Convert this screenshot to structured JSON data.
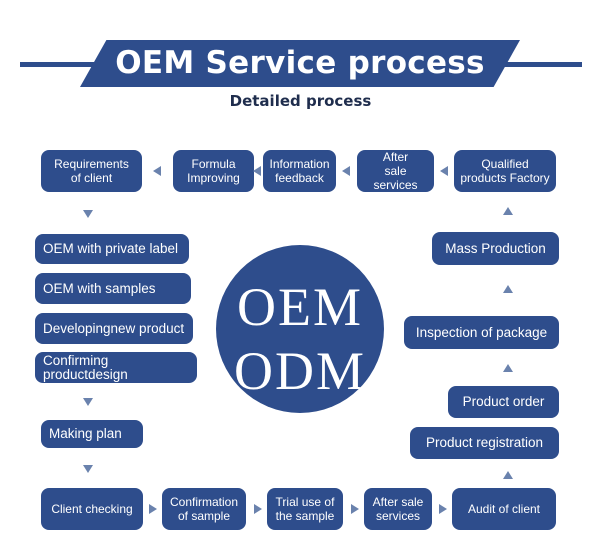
{
  "header": {
    "title": "OEM Service process",
    "subtitle": "Detailed process"
  },
  "center": {
    "line1": "OEM",
    "line2": "ODM"
  },
  "top_row": {
    "requirements": "Requirements\nof client",
    "formula": "Formula\nImproving",
    "information": "Information\nfeedback",
    "after_sale": "After\nsale services",
    "qualified": "Qualified\nproducts Factory"
  },
  "left_column": {
    "private_label": "OEM with private label",
    "samples": "OEM with samples",
    "developing": "Developingnew product",
    "confirming": "Confirming productdesign",
    "making_plan": "Making plan"
  },
  "right_column": {
    "mass_production": "Mass Production",
    "inspection": "Inspection of package",
    "product_order": "Product order",
    "product_registration": "Product registration"
  },
  "bottom_row": {
    "client_checking": "Client checking",
    "confirmation": "Confirmation\nof sample",
    "trial_use": "Trial use of\nthe sample",
    "after_sale": "After sale\nservices",
    "audit": "Audit of client"
  },
  "colors": {
    "primary": "#2e4d8c",
    "arrow": "#6a82ad"
  }
}
